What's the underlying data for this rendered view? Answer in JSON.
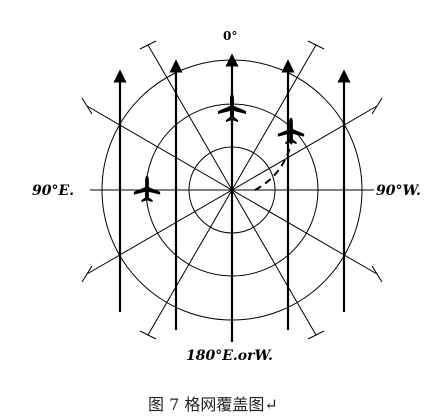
{
  "figure": {
    "labels": {
      "north": "0°",
      "east": "90°E.",
      "west": "90°W.",
      "south": "180°E.orW."
    },
    "caption": "图 7 格网覆盖图↵"
  },
  "colors": {
    "ink": "#000000",
    "background": "#ffffff"
  },
  "icons": {
    "aircraft": "aircraft-icon",
    "arrow": "arrow-up-icon"
  }
}
